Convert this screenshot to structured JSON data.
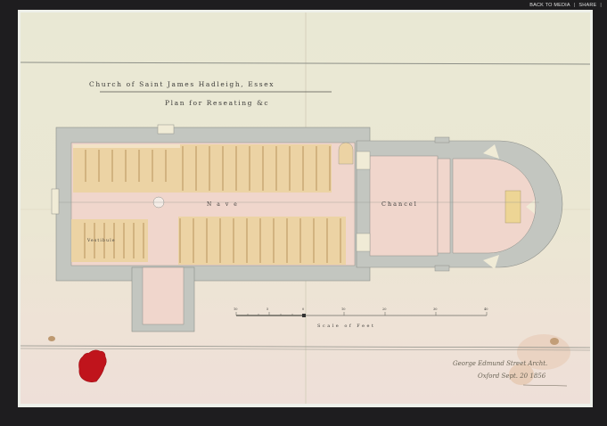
{
  "nav": {
    "back_label": "BACK TO MEDIA",
    "separator": "|",
    "share_label": "SHARE"
  },
  "drawing": {
    "title_line1": "Church of Saint James Hadleigh, Essex",
    "title_line2": "Plan for Reseating &c",
    "label_nave": "Nave",
    "label_chancel": "Chancel",
    "label_vestibule": "Vestibule",
    "scale_caption": "Scale of Feet",
    "scale_ticks": [
      "10",
      "5",
      "0",
      "10",
      "20",
      "30",
      "40"
    ],
    "signature_line1": "George Edmund Street Archt.",
    "signature_line2": "Oxford  Sept. 20 1856",
    "colors": {
      "wall": "#c3c6c0",
      "floor": "#f0d6cc",
      "pews": "#ecd3a4",
      "pew_line": "#b7935c",
      "seal": "#c0141c",
      "ink": "#4a4a44"
    }
  }
}
